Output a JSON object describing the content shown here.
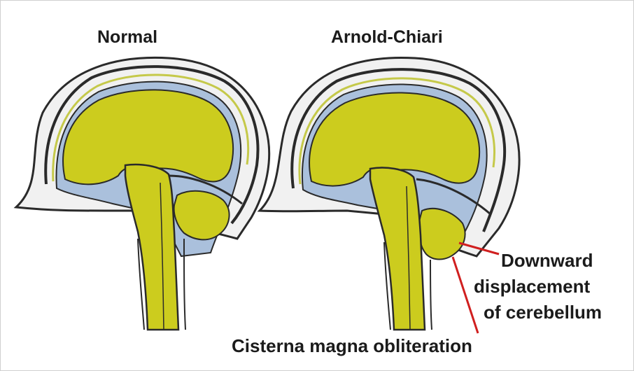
{
  "titles": {
    "normal": "Normal",
    "chiari": "Arnold-Chiari"
  },
  "annotations": {
    "downward_line1": "Downward",
    "downward_line2": "displacement",
    "downward_line3": "of cerebellum",
    "cisterna": "Cisterna magna obliteration"
  },
  "colors": {
    "brain": "#cccc1e",
    "csf": "#a9bfdc",
    "skull": "#e8e8e8",
    "outline": "#222222",
    "pointer": "#d01f1f"
  }
}
